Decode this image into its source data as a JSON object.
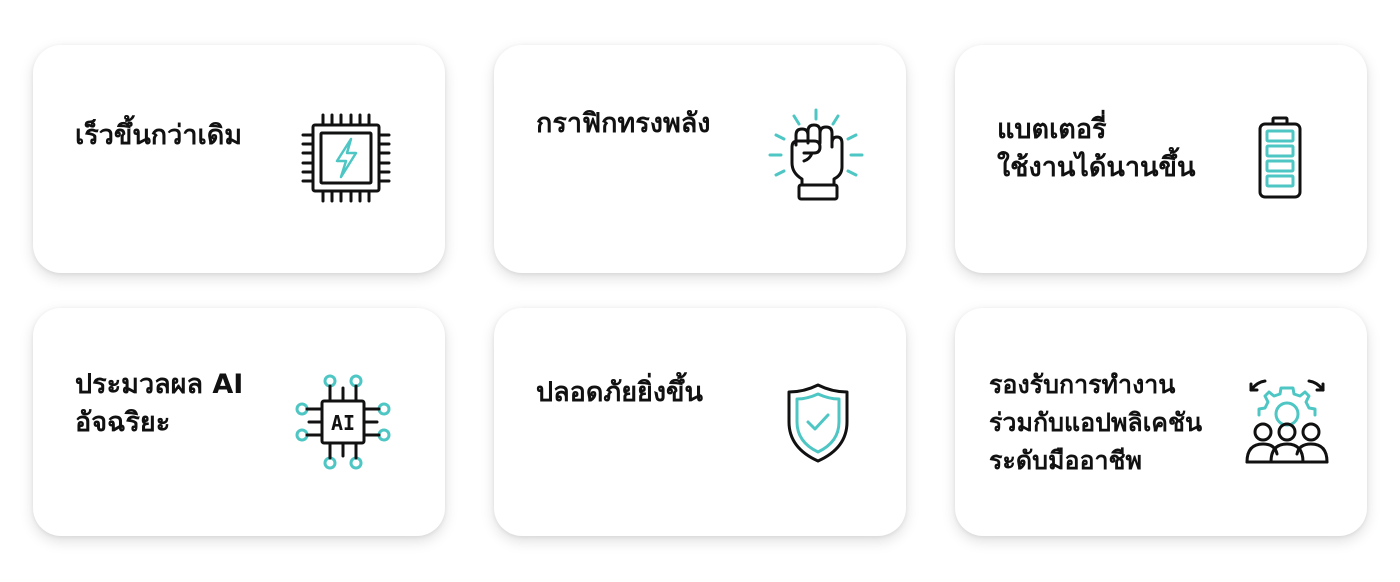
{
  "features": [
    {
      "title_lines": [
        "เร็วขึ้นกว่าเดิม"
      ],
      "icon": "chip-lightning-icon"
    },
    {
      "title_lines": [
        "กราฟิกทรงพลัง"
      ],
      "icon": "raised-fist-icon"
    },
    {
      "title_lines": [
        "แบตเตอรี่",
        "ใช้งานได้นานขึ้น"
      ],
      "icon": "battery-icon"
    },
    {
      "title_lines": [
        "ประมวลผล AI",
        "อัจฉริยะ"
      ],
      "icon": "ai-chip-icon"
    },
    {
      "title_lines": [
        "ปลอดภัยยิ่งขึ้น"
      ],
      "icon": "shield-check-icon"
    },
    {
      "title_lines": [
        "รองรับการทำงาน",
        "ร่วมกับแอปพลิเคชัน",
        "ระดับมืออาชีพ"
      ],
      "icon": "team-gear-icon"
    }
  ],
  "icons": {
    "ai_chip_label": "AI"
  },
  "colors": {
    "accent": "#4ec6c4",
    "ink": "#111111",
    "card_background": "#ffffff"
  }
}
